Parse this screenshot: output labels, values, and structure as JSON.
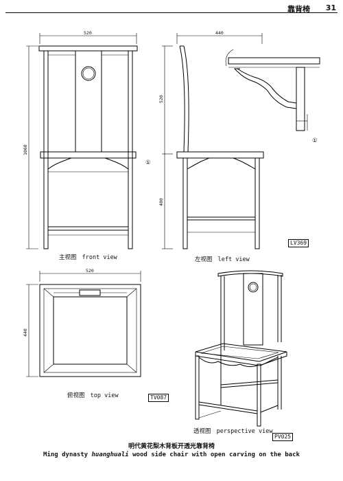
{
  "header": {
    "title": "靠背椅",
    "page_number": "31"
  },
  "front_view": {
    "width_dim": "520",
    "height_dim": "1060",
    "label_cn": "主视图",
    "label_en": "front view"
  },
  "left_view": {
    "depth_dim": "440",
    "upper_dim": "520",
    "lower_dim": "480",
    "label_cn": "左视图",
    "label_en": "left view",
    "code": "LV369"
  },
  "top_view": {
    "width_dim": "520",
    "depth_dim": "440",
    "label_cn": "俯视图",
    "label_en": "top view",
    "code": "TV087"
  },
  "perspective_view": {
    "label_cn": "透视图",
    "label_en": "perspective view",
    "code": "PV025"
  },
  "markers": {
    "detail_ref": "①"
  },
  "caption": {
    "cn": "明代黄花梨木背板开透光靠背椅",
    "en_before": "Ming dynasty ",
    "en_italic": "huanghuali",
    "en_after": " wood side chair with open carving on the back"
  }
}
